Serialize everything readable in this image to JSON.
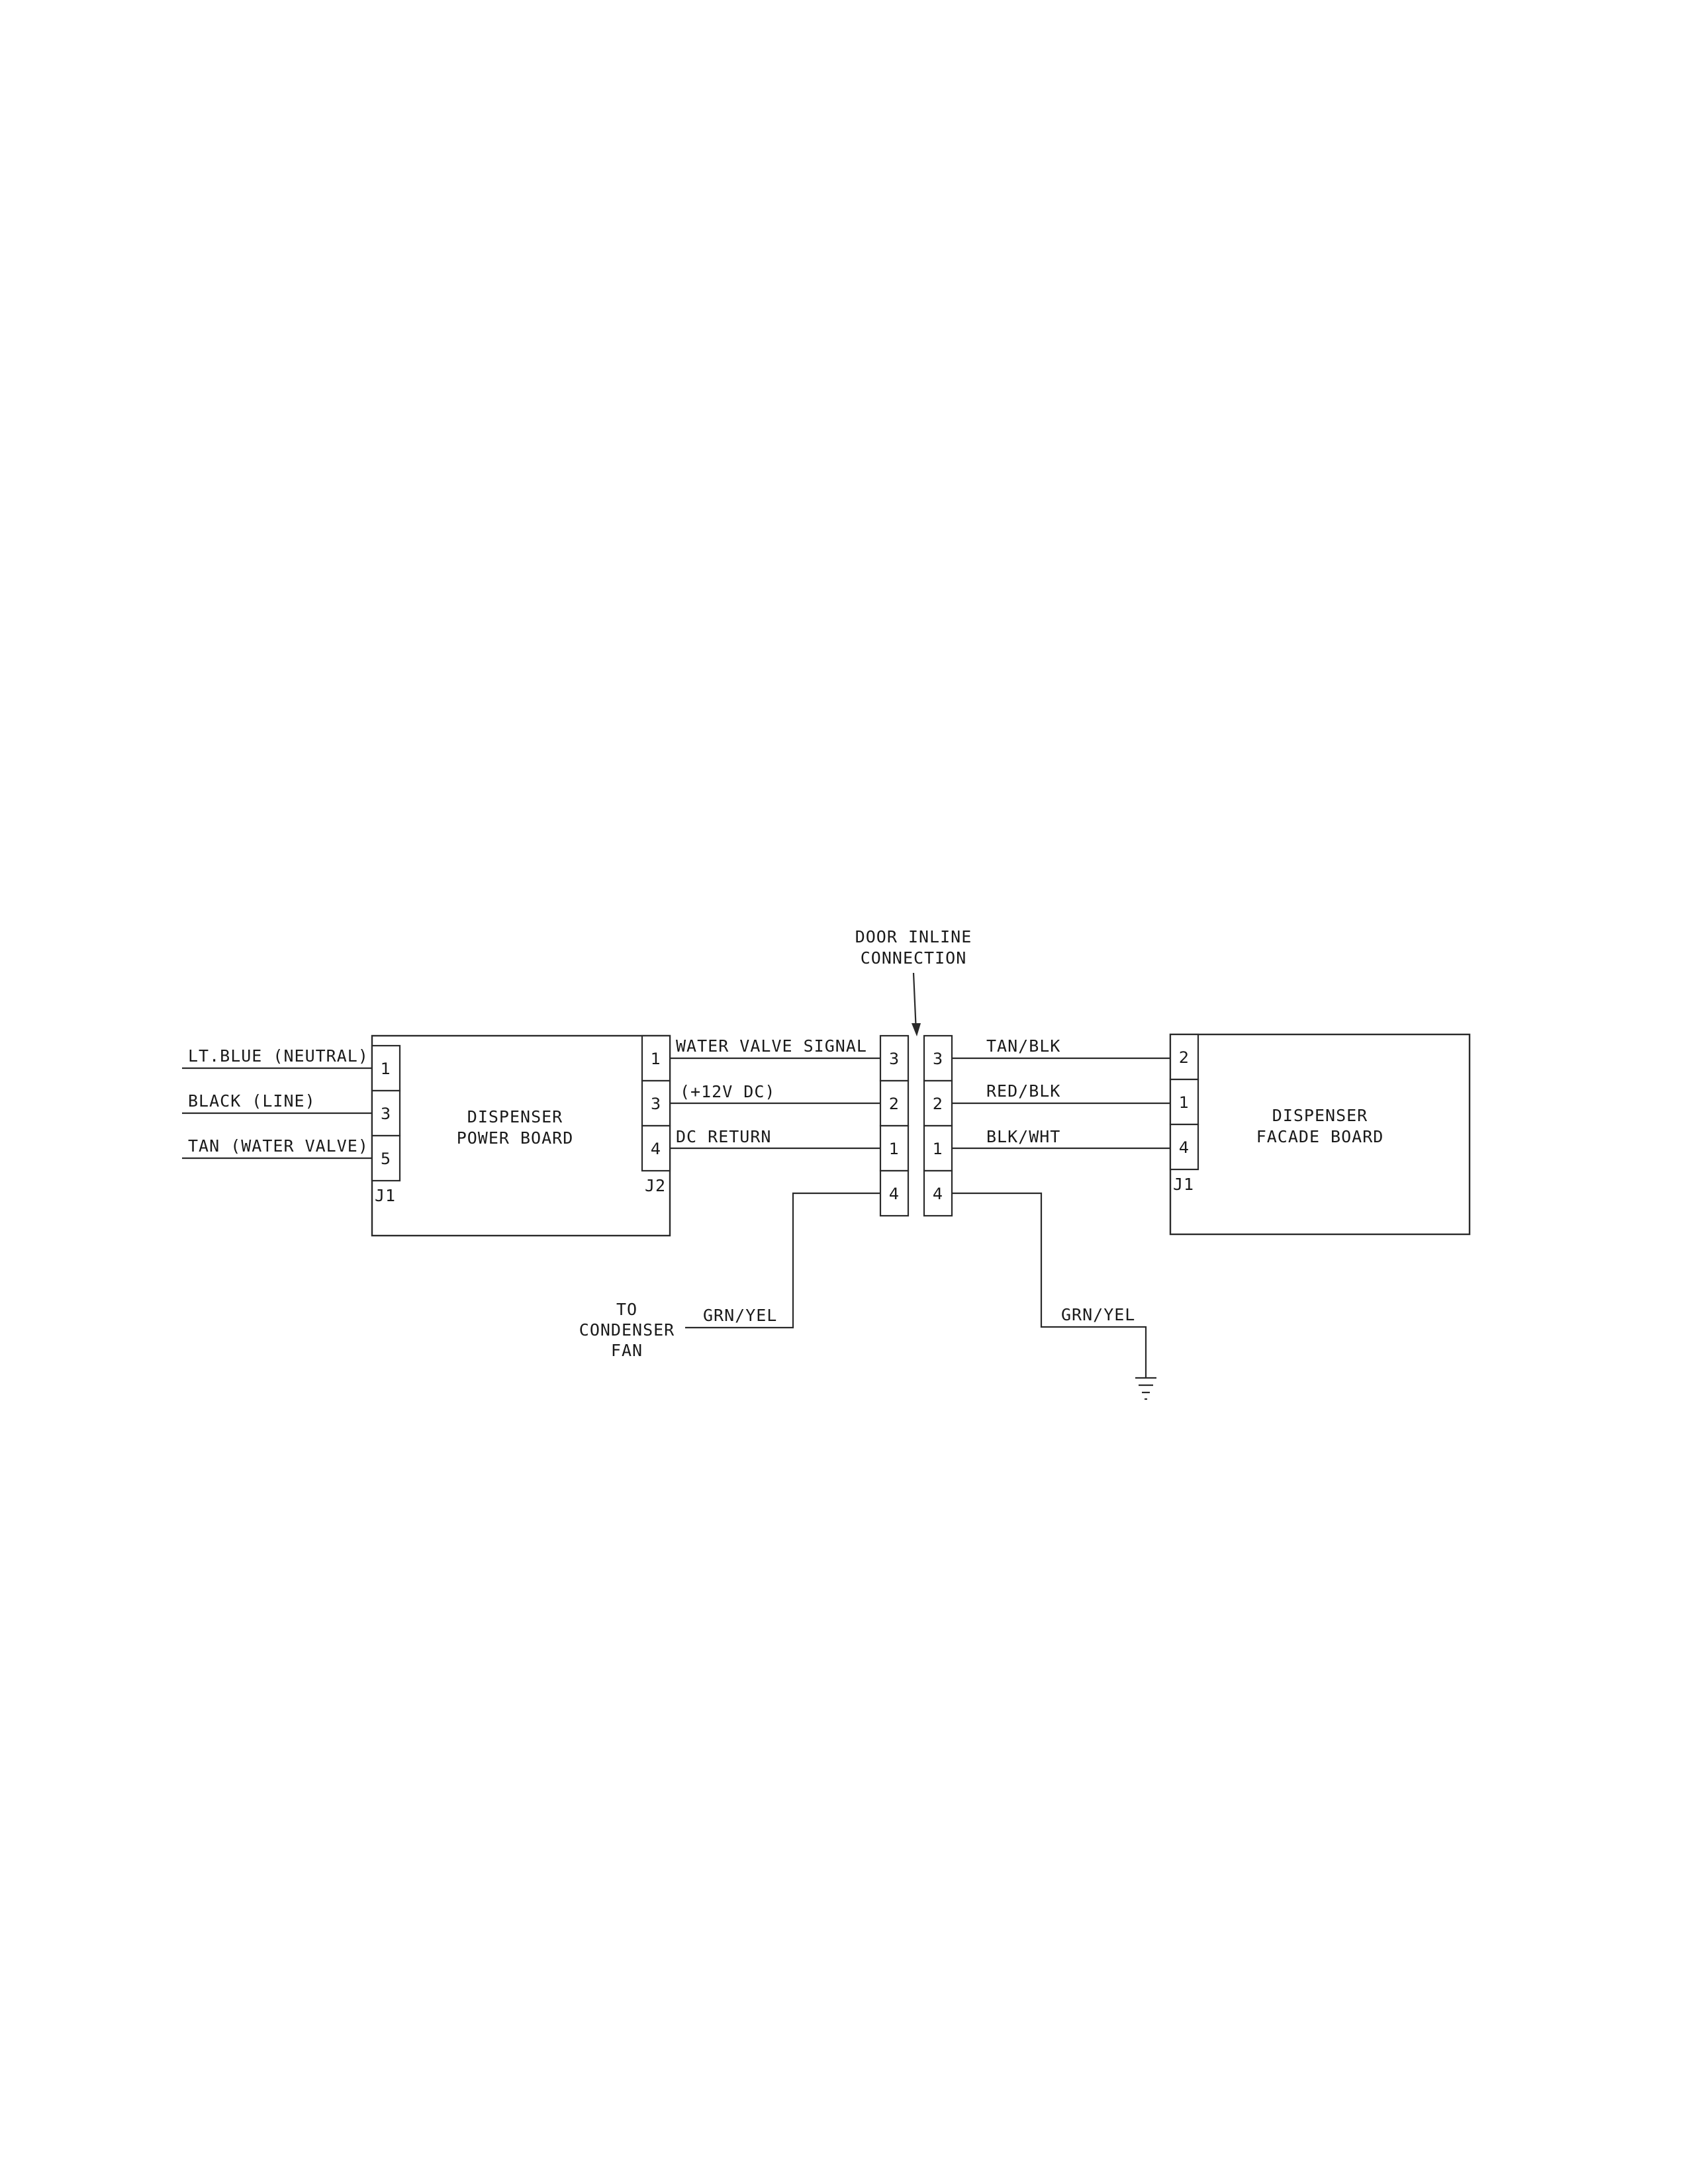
{
  "inline_connection": {
    "label_line1": "DOOR INLINE",
    "label_line2": "CONNECTION",
    "left_pins": [
      "3",
      "2",
      "1",
      "4"
    ],
    "right_pins": [
      "3",
      "2",
      "1",
      "4"
    ]
  },
  "power_board": {
    "name_line1": "DISPENSER",
    "name_line2": "POWER BOARD",
    "j1": {
      "label": "J1",
      "pins": [
        "1",
        "3",
        "5"
      ]
    },
    "j2": {
      "label": "J2",
      "pins": [
        "1",
        "3",
        "4"
      ]
    }
  },
  "facade_board": {
    "name_line1": "DISPENSER",
    "name_line2": "FACADE BOARD",
    "j1": {
      "label": "J1",
      "pins": [
        "2",
        "1",
        "4"
      ]
    }
  },
  "wires": {
    "input": [
      "LT.BLUE (NEUTRAL)",
      "BLACK (LINE)",
      "TAN (WATER VALVE)"
    ],
    "power_side": [
      "WATER VALVE SIGNAL",
      "(+12V DC)",
      "DC RETURN"
    ],
    "facade_side": [
      "TAN/BLK",
      "RED/BLK",
      "BLK/WHT"
    ],
    "ground_left": "GRN/YEL",
    "ground_right": "GRN/YEL"
  },
  "condenser_fan": {
    "line1": "TO",
    "line2": "CONDENSER",
    "line3": "FAN"
  }
}
